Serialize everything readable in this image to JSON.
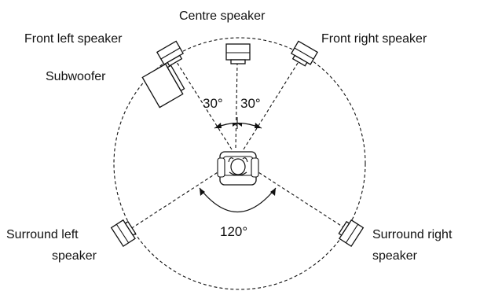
{
  "labels": {
    "centre": "Centre speaker",
    "front_left": "Front left speaker",
    "front_right": "Front right speaker",
    "subwoofer": "Subwoofer",
    "surround_left_line1": "Surround left",
    "surround_left_line2": "speaker",
    "surround_right_line1": "Surround right",
    "surround_right_line2": "speaker"
  },
  "angles": {
    "left_front": "30°",
    "right_front": "30°",
    "rear": "120°"
  }
}
